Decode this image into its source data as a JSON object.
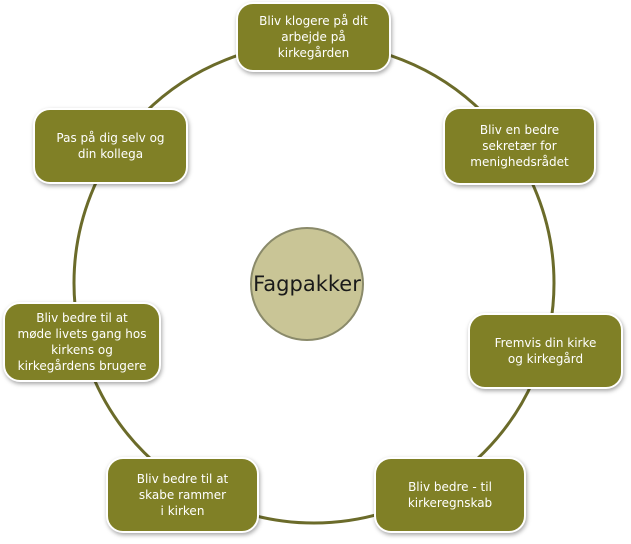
{
  "diagram": {
    "center_label": "Fagpakker",
    "nodes": [
      {
        "label": "Bliv klogere på dit\narbejde på\nkirkegården"
      },
      {
        "label": "Bliv en bedre\nsekretær for\nmenighedsrådet"
      },
      {
        "label": "Fremvis din kirke\nog kirkegård"
      },
      {
        "label": "Bliv bedre - til\nkirkeregnskab"
      },
      {
        "label": "Bliv bedre til at\nskabe rammer\ni kirken"
      },
      {
        "label": "Bliv bedre til at\nmøde livets gang hos\nkirkens og\nkirkegårdens brugere"
      },
      {
        "label": "Pas på dig selv og\ndin kollega"
      }
    ],
    "colors": {
      "node_fill": "#808026",
      "center_fill": "#c9c596",
      "ring_stroke": "#6b6b2a"
    }
  }
}
